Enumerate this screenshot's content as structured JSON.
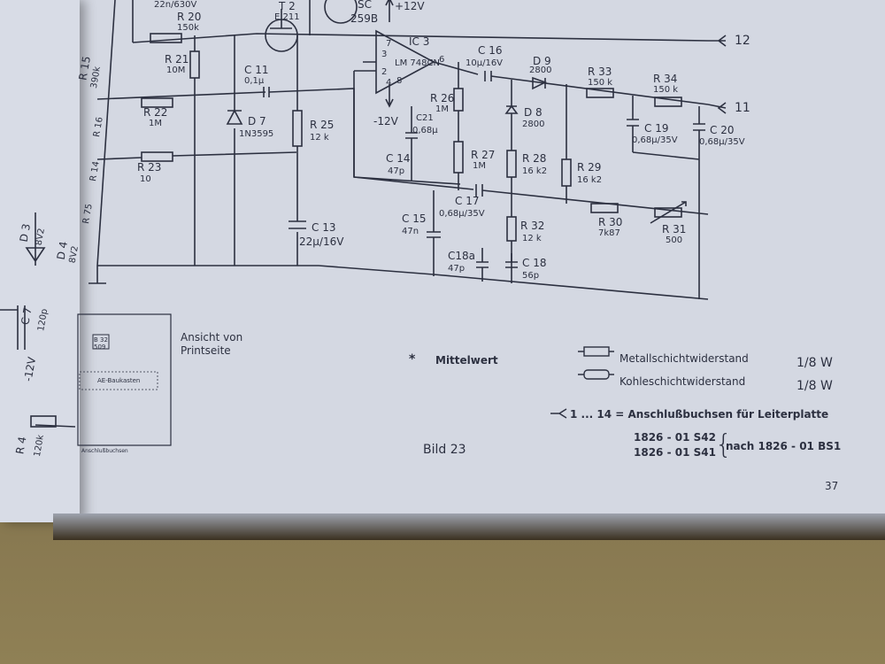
{
  "labels": {
    "r20": "R 20",
    "r20v": "150k",
    "cap_top": "22n/630V",
    "t2": "T 2",
    "t2v": "E 211",
    "sc": "SC",
    "sc_v": "259B",
    "plus12": "+12V",
    "ic3": "IC 3",
    "ic3v": "LM 748CN",
    "pin7": "7",
    "pin3": "3",
    "pin2": "2",
    "pin4": "4",
    "pin8": "8",
    "pin6": "6",
    "minus12": "-12V",
    "r21": "R 21",
    "r21v": "10M",
    "c11": "C 11",
    "c11v": "0,1μ",
    "r22": "R 22",
    "r22v": "1M",
    "d7": "D 7",
    "d7v": "1N3595",
    "r25": "R 25",
    "r25v": "12 k",
    "r23": "R 23",
    "r23v": "10",
    "c13": "C 13",
    "c13v": "22μ/16V",
    "c21": "C21",
    "c21v": "0,68μ",
    "r26": "R 26",
    "r26v": "1M",
    "c14": "C 14",
    "c14v": "47p",
    "r27": "R 27",
    "r27v": "1M",
    "c15": "C 15",
    "c15v": "47n",
    "c16": "C 16",
    "c16v": "10μ/16V",
    "d9": "D 9",
    "d9v": "2800",
    "d8": "D 8",
    "d8v": "2800",
    "r28": "R 28",
    "r28v": "16 k2",
    "c17": "C 17",
    "c17v": "0,68μ/35V",
    "r32": "R 32",
    "r32v": "12 k",
    "c18a": "C18a",
    "c18av": "47p",
    "c18": "C 18",
    "c18v": "56p",
    "r29": "R 29",
    "r29v": "16 k2",
    "r33": "R 33",
    "r33v": "150 k",
    "r34": "R 34",
    "r34v": "150 k",
    "c19": "C 19",
    "c19v": "0,68μ/35V",
    "c20": "C 20",
    "c20v": "0,68μ/35V",
    "r30": "R 30",
    "r30v": "7k87",
    "r31": "R 31",
    "r31v": "500",
    "term12": "12",
    "term11": "11",
    "r15": "R 15",
    "r15v": "390k",
    "r16": "R 16",
    "r14": "R 14",
    "r75": "R 75",
    "d3": "D 3",
    "d3v": "8V2",
    "d4": "D 4",
    "d4v": "8V2",
    "c7": "C 7",
    "c7v": "120p",
    "left_minus12": "-12V",
    "r4": "R 4",
    "r4v": "120k"
  },
  "inset": {
    "box_label": "AE-Baukasten",
    "chip": "B 32\n509",
    "bottom": "Anschlußbuchsen",
    "caption1": "Ansicht von",
    "caption2": "Printseite"
  },
  "legend": {
    "asterisk": "*",
    "mittelwert": "Mittelwert",
    "metal": "Metallschichtwiderstand",
    "carbon": "Kohleschichtwiderstand",
    "watt1": "1/8 W",
    "watt2": "1/8 W",
    "terminals": "1 ... 14 = Anschlußbuchsen für Leiterplatte",
    "ref1": "1826 - 01 S42",
    "ref2": "1826 - 01 S41",
    "ref_after": "nach 1826 - 01 BS1"
  },
  "figure": "Bild 23",
  "page_number": "37"
}
